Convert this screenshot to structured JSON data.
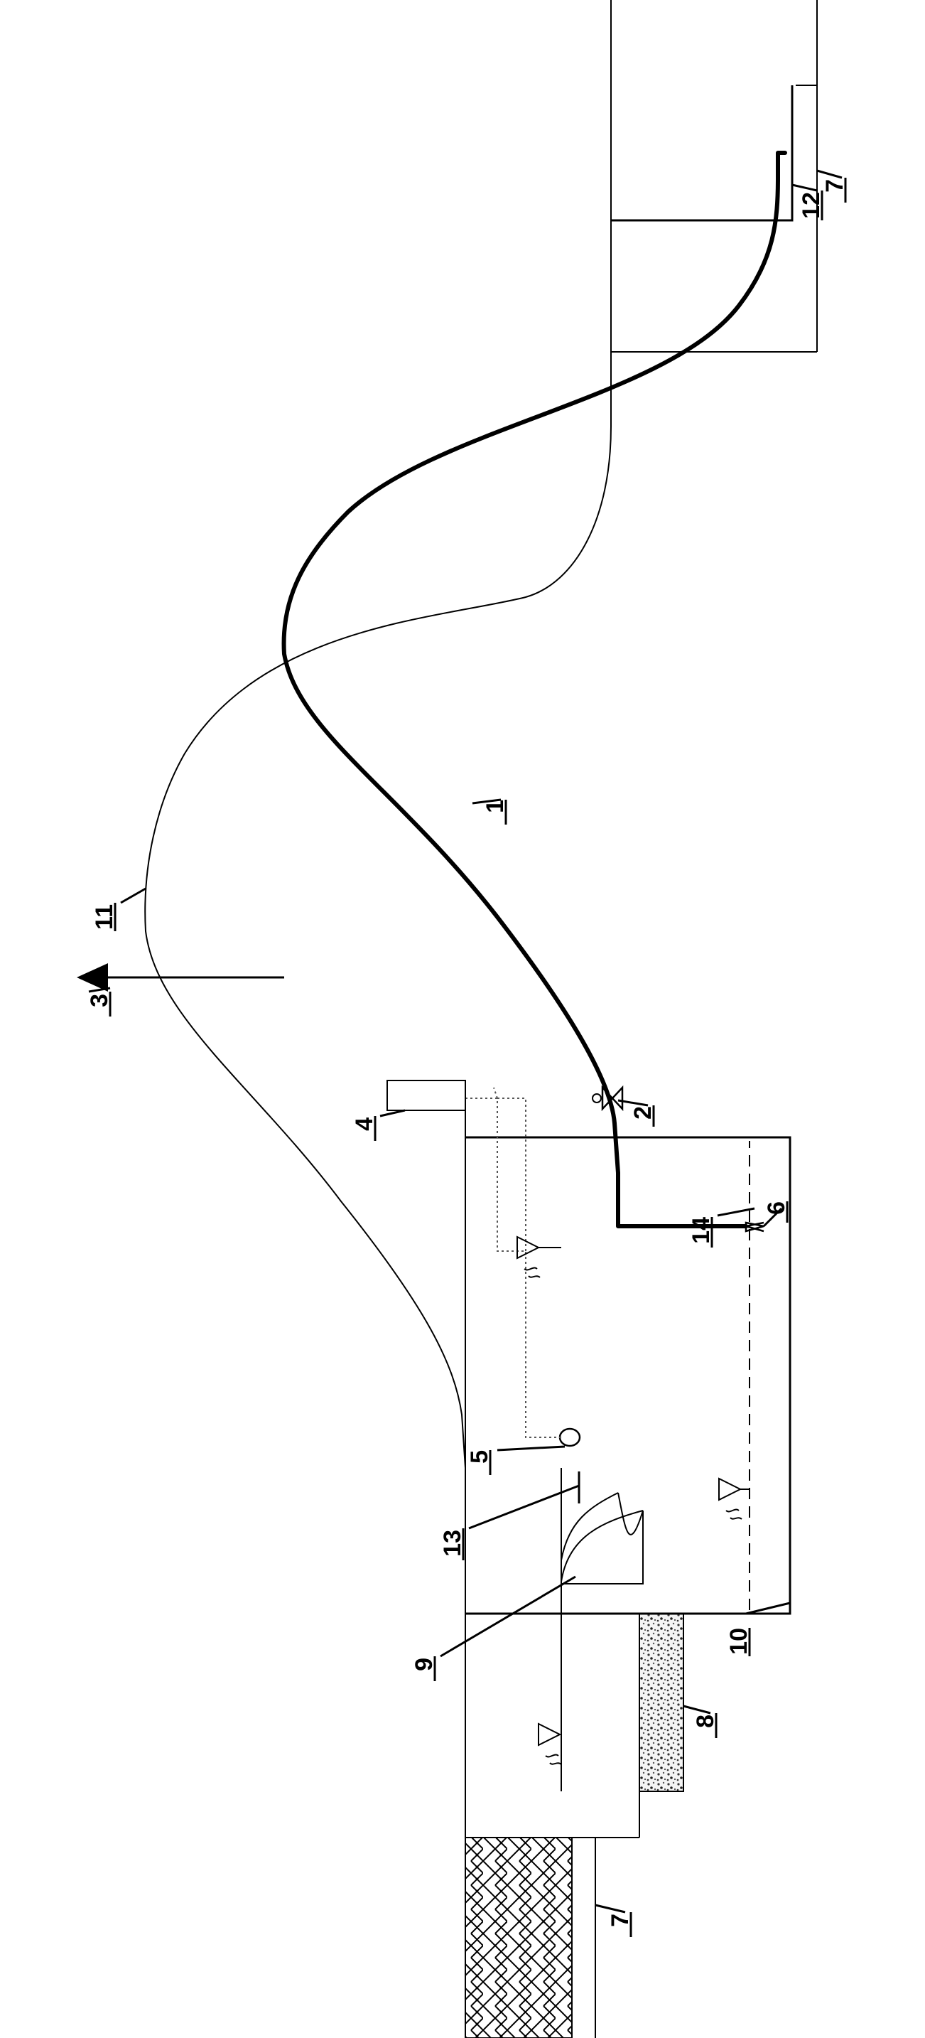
{
  "labels": {
    "pipe": "1",
    "valve": "2",
    "vent": "3",
    "post": "4",
    "float": "5",
    "bottom_valve": "6",
    "channel_left": "7",
    "channel_right": "7",
    "gravel": "8",
    "inlet_pipe": "9",
    "tank": "10",
    "ground": "11",
    "outlet": "12",
    "screen": "13",
    "level": "14"
  }
}
